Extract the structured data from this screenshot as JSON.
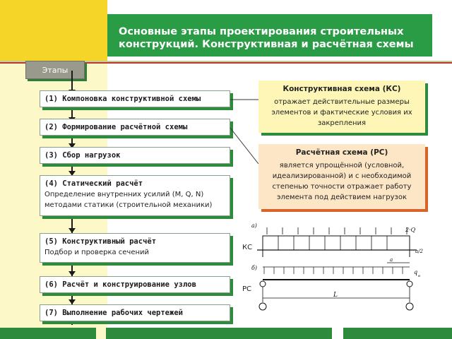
{
  "header": {
    "title_line1": "Основные этапы проектирования строительных",
    "title_line2": "конструкций. Конструктивная и расчётная схемы"
  },
  "stages_label": "Этапы",
  "steps": [
    {
      "heading": "(1) Компоновка конструктивной схемы"
    },
    {
      "heading": "(2) Формирование расчётной схемы"
    },
    {
      "heading": "(3) Сбор нагрузок"
    },
    {
      "heading": "(4) Статический расчёт",
      "desc1": "Определение внутренних усилий (M, Q, N)",
      "desc2": "методами статики (строительной механики)"
    },
    {
      "heading": "(5) Конструктивный расчёт",
      "desc1": "Подбор и проверка сечений"
    },
    {
      "heading": "(6) Расчёт и конструирование узлов"
    },
    {
      "heading": "(7) Выполнение рабочих чертежей"
    }
  ],
  "ks_box": {
    "heading": "Конструктивная схема (КС)",
    "text": "отражает действительные размеры элементов и фактические условия их закрепления"
  },
  "rs_box": {
    "heading": "Расчётная схема (РС)",
    "text": "является упрощённой (условной, идеализированной) и с необходимой степенью точности отражает работу элемента под действием нагрузок"
  },
  "scheme": {
    "label_ks": "КС",
    "label_rs": "РС",
    "label_a": "а)",
    "label_b": "б)",
    "label_2q": "2·Q",
    "label_a2": "a/2",
    "label_a_dim": "a",
    "label_q": "q",
    "label_q_sub": "в",
    "label_L": "L"
  },
  "colors": {
    "green": "#2e8b3e",
    "yellow": "#f5d628",
    "orange_shadow": "#d8642a"
  }
}
